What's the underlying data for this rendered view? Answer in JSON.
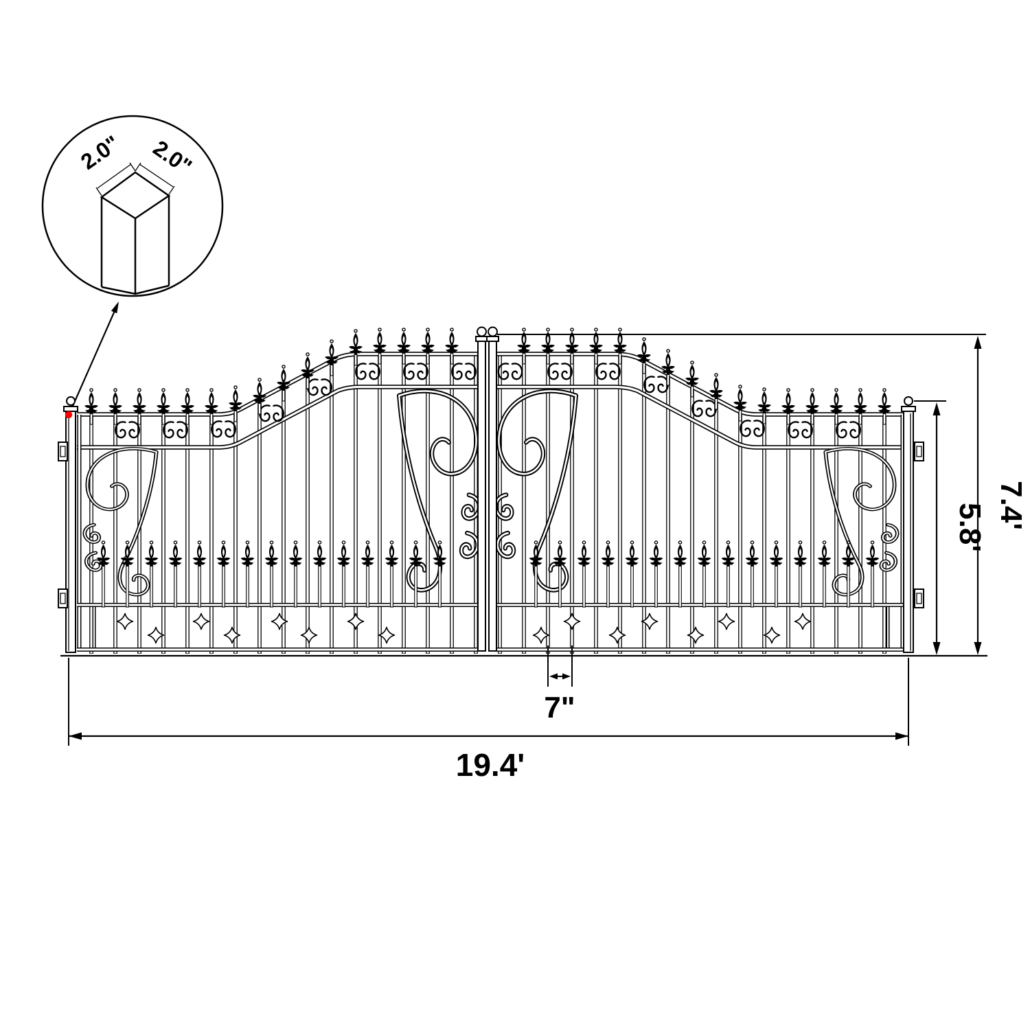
{
  "callout": {
    "width_label": "2.0\"",
    "depth_label": "2.0\""
  },
  "dimensions": {
    "overall_width": "19.4'",
    "overall_height": "7.4'",
    "leaf_height": "5.8'",
    "picket_spacing": "7\""
  },
  "colors": {
    "line": "#000000",
    "marker": "#ff0000",
    "background": "#ffffff"
  }
}
